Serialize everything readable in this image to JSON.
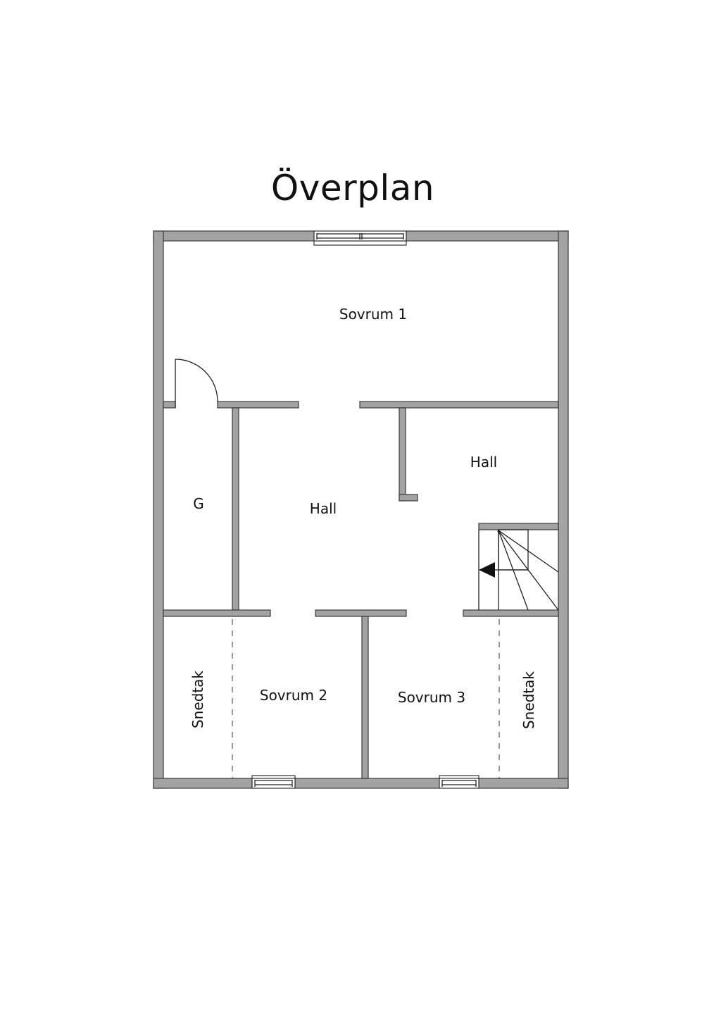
{
  "title": "Överplan",
  "colors": {
    "wall_fill": "#a3a3a3",
    "wall_stroke": "#3a3a3a",
    "background": "#ffffff",
    "text": "#111111"
  },
  "rooms": {
    "sovrum1": "Sovrum 1",
    "hall_center": "Hall",
    "hall_right": "Hall",
    "g": "G",
    "sovrum2": "Sovrum 2",
    "sovrum3": "Sovrum 3",
    "snedtak_left": "Snedtak",
    "snedtak_right": "Snedtak"
  },
  "symbols": {
    "stair": "staircase-with-arrow",
    "door": "swing-door",
    "windows": 3
  }
}
